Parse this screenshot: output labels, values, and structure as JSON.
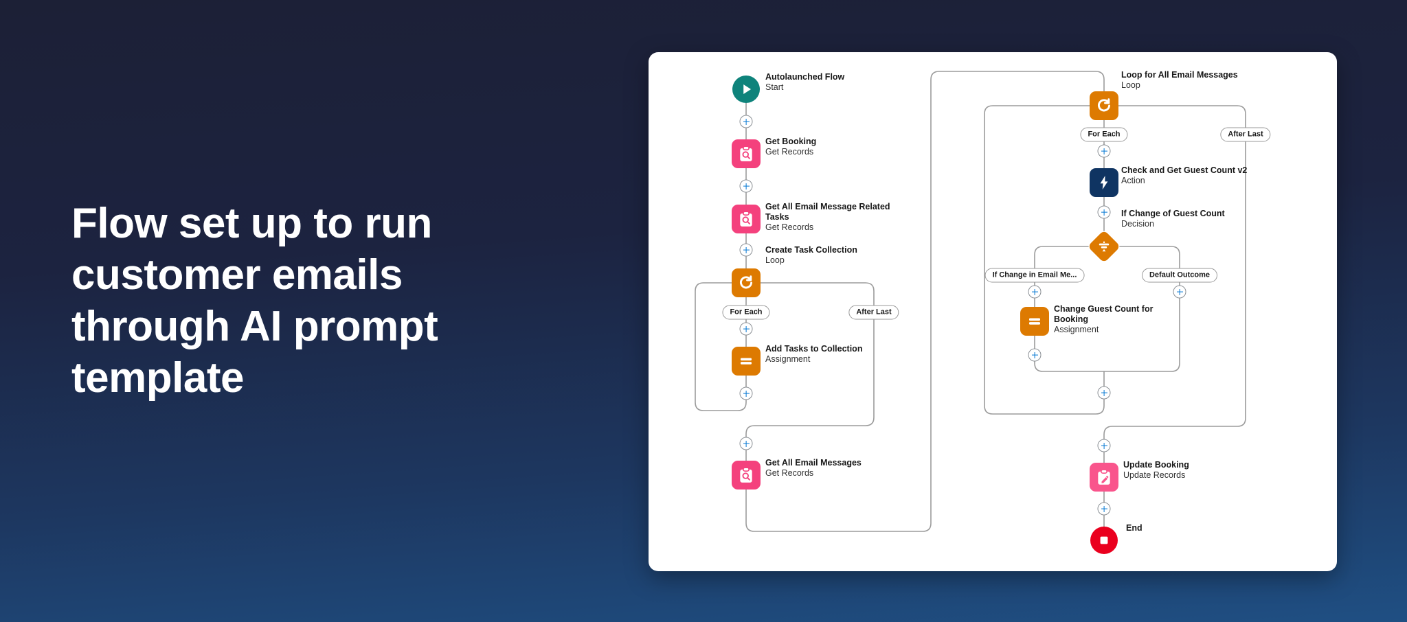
{
  "hero": {
    "title_lines": [
      "Flow set up to run",
      "customer emails",
      "through AI prompt",
      "template"
    ]
  },
  "flow": {
    "nodes": {
      "start": {
        "title": "Autolaunched Flow",
        "type": "Start"
      },
      "get_booking": {
        "title": "Get Booking",
        "type": "Get Records"
      },
      "get_tasks": {
        "title": "Get All Email Message Related Tasks",
        "type": "Get Records"
      },
      "create_collection": {
        "title": "Create Task Collection",
        "type": "Loop"
      },
      "add_tasks": {
        "title": "Add Tasks to Collection",
        "type": "Assignment"
      },
      "get_all_emails": {
        "title": "Get All Email Messages",
        "type": "Get Records"
      },
      "loop_emails": {
        "title": "Loop for All Email Messages",
        "type": "Loop"
      },
      "check_guest": {
        "title": "Check and Get Guest Count v2",
        "type": "Action"
      },
      "if_change": {
        "title": "If Change of Guest Count",
        "type": "Decision"
      },
      "change_guest": {
        "title": "Change Guest Count for Booking",
        "type": "Assignment"
      },
      "update_booking": {
        "title": "Update Booking",
        "type": "Update Records"
      },
      "end": {
        "title": "End"
      }
    },
    "pills": {
      "for_each_1": "For Each",
      "after_last_1": "After Last",
      "for_each_2": "For Each",
      "after_last_2": "After Last",
      "outcome_left": "If Change in Email Me...",
      "outcome_right": "Default Outcome"
    },
    "colors": {
      "start": "#0E837B",
      "record": "#F4417D",
      "record_update": "#F9558C",
      "loop": "#DD7A01",
      "assignment": "#DD7A01",
      "decision": "#DD7A01",
      "action": "#0F3462",
      "end": "#EA001E",
      "plus": "#0176D3",
      "connector": "#9B9B9B"
    }
  }
}
